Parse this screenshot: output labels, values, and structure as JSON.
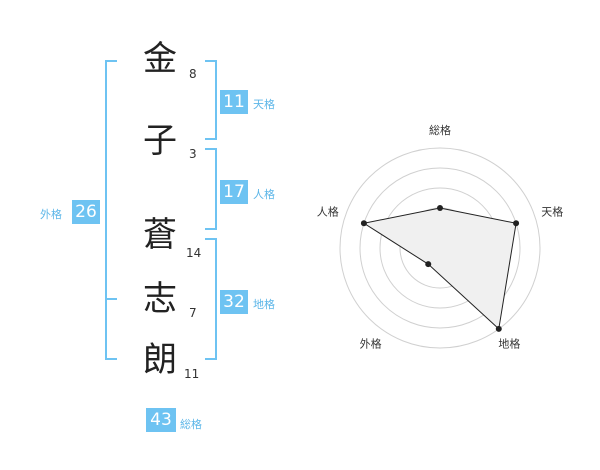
{
  "name": {
    "characters": [
      {
        "char": "金",
        "strokes": "8"
      },
      {
        "char": "子",
        "strokes": "3"
      },
      {
        "char": "蒼",
        "strokes": "14"
      },
      {
        "char": "志",
        "strokes": "7"
      },
      {
        "char": "朗",
        "strokes": "11"
      }
    ]
  },
  "fortunes": {
    "tenkaku": {
      "value": "11",
      "label": "天格"
    },
    "jinkaku": {
      "value": "17",
      "label": "人格"
    },
    "chikaku": {
      "value": "32",
      "label": "地格"
    },
    "gaikaku": {
      "value": "26",
      "label": "外格"
    },
    "soukaku": {
      "value": "43",
      "label": "総格"
    }
  },
  "colors": {
    "accent": "#6ec3f2",
    "text": "#222222",
    "radar_fill": "#f0f0f0",
    "ring": "#d0d0d0"
  },
  "chart_data": {
    "type": "radar",
    "axes": [
      "総格",
      "天格",
      "地格",
      "外格",
      "人格"
    ],
    "values": [
      2,
      4,
      5,
      1,
      4
    ],
    "range": [
      0,
      5
    ]
  }
}
